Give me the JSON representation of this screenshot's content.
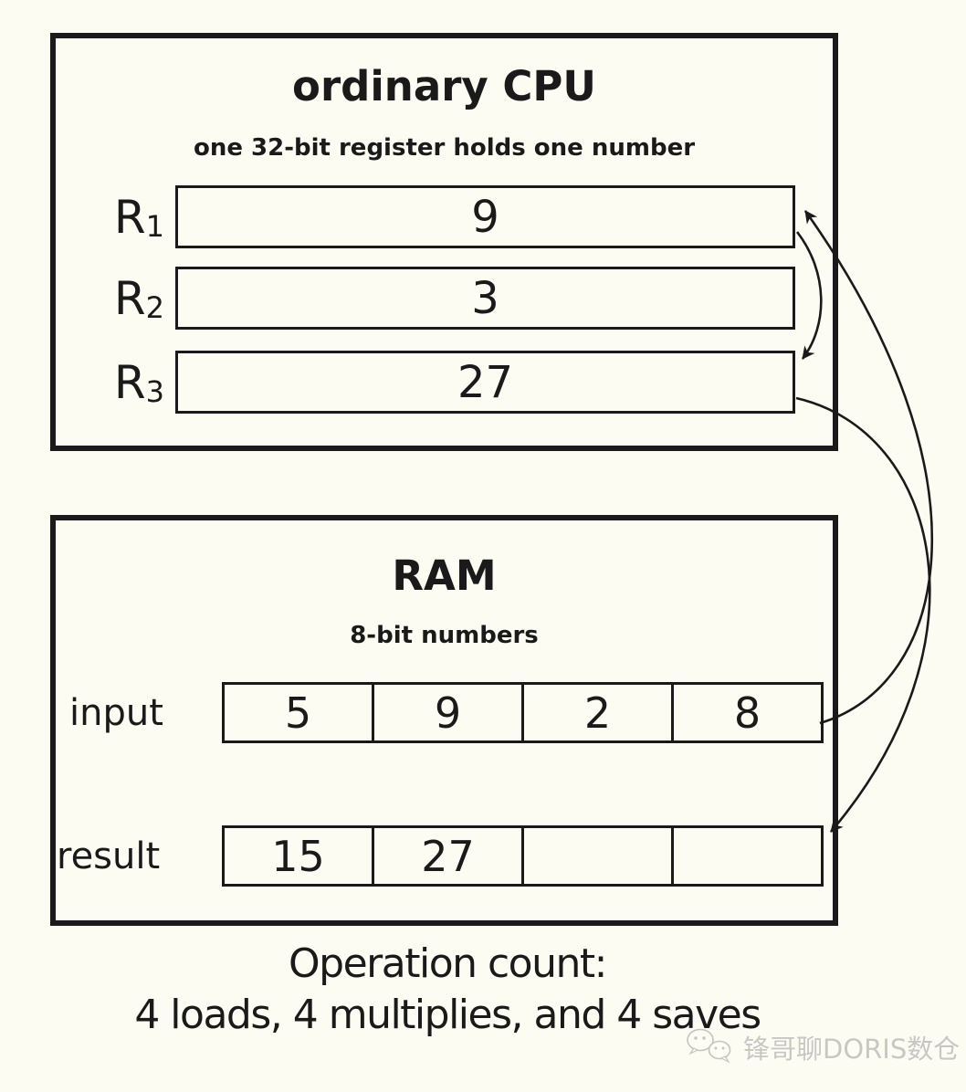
{
  "colors": {
    "background": "#fcfcf2",
    "ink": "#1a1a1a",
    "watermark_text": "#c9c8bf"
  },
  "cpu": {
    "title": "ordinary CPU",
    "subtitle": "one 32-bit register holds one number",
    "registers": [
      {
        "name": "R",
        "sub": "1",
        "value": "9"
      },
      {
        "name": "R",
        "sub": "2",
        "value": "3"
      },
      {
        "name": "R",
        "sub": "3",
        "value": "27"
      }
    ]
  },
  "ram": {
    "title": "RAM",
    "subtitle": "8-bit numbers",
    "input_row": {
      "label": "input",
      "cells": [
        "5",
        "9",
        "2",
        "8"
      ]
    },
    "result_row": {
      "label": "result",
      "cells": [
        "15",
        "27",
        "",
        ""
      ]
    }
  },
  "footer": {
    "line1": "Operation count:",
    "line2": "4 loads, 4 multiplies, and 4 saves"
  },
  "watermark": {
    "icon": "wechat-icon",
    "text": "锋哥聊DORIS数仓"
  },
  "arrows": [
    {
      "name": "arrow-load-input-to-r1"
    },
    {
      "name": "arrow-multiply-r1-to-r3"
    },
    {
      "name": "arrow-save-r3-to-result"
    }
  ]
}
